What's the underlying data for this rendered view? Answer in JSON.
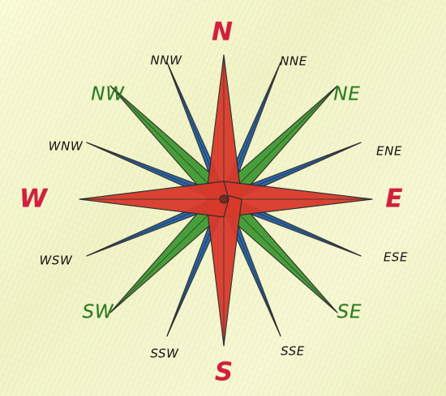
{
  "compass": {
    "labels": {
      "n": "N",
      "nne": "NNE",
      "ne": "NE",
      "ene": "ENE",
      "e": "E",
      "ese": "ESE",
      "se": "SE",
      "sse": "SSE",
      "s": "S",
      "ssw": "SSW",
      "sw": "SW",
      "wsw": "WSW",
      "w": "W",
      "wnw": "WNW",
      "nw": "NW",
      "nnw": "NNW"
    },
    "colors": {
      "cardinal": "#d9392b",
      "intercardinal": "#3f9a32",
      "secondary": "#1f5fa8",
      "outline": "#2b2b2b",
      "cardinal_label": "#d21f3d",
      "intercardinal_label": "#2d7a22",
      "secondary_label": "#111111",
      "background": "#f6f7cc"
    }
  }
}
